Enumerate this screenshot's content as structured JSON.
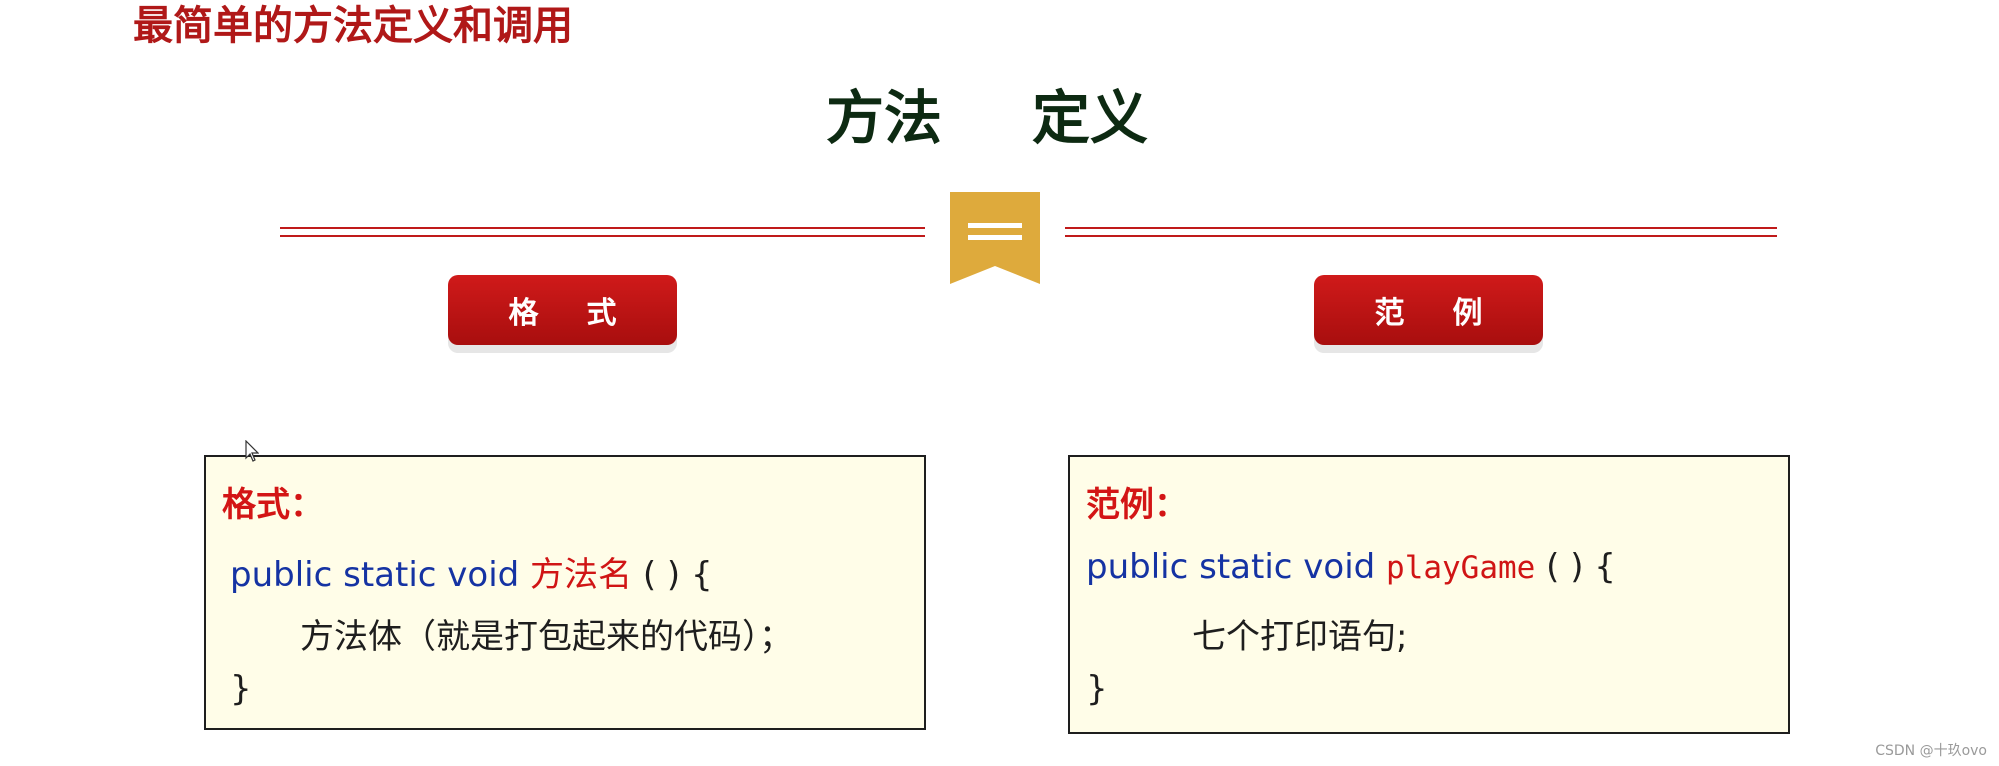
{
  "slide": {
    "title": "最简单的方法定义和调用",
    "heading_part1": "方法",
    "heading_part2": "定义"
  },
  "tabs": [
    {
      "char1": "格",
      "char2": "式"
    },
    {
      "char1": "范",
      "char2": "例"
    }
  ],
  "format_box": {
    "label": "格式：",
    "line1_keywords": "public static void ",
    "line1_name": "方法名",
    "line1_tail": " ( ) {",
    "line2": "方法体（就是打包起来的代码）；",
    "line3": "}"
  },
  "example_box": {
    "label": "范例：",
    "line1_keywords": "public static void ",
    "line1_name": "playGame",
    "line1_tail": " ( ) {",
    "line2": "七个打印语句;",
    "line3": "}"
  },
  "watermark": "CSDN @十玖ovo",
  "colors": {
    "accent_red": "#c01a1a",
    "heading_green": "#0d2a12",
    "bookmark_gold": "#deaa3c",
    "box_fill": "#fffde8",
    "keyword_blue": "#1533a3"
  },
  "icons": {
    "bookmark": "equals-bookmark-icon",
    "cursor": "mouse-pointer-icon"
  }
}
